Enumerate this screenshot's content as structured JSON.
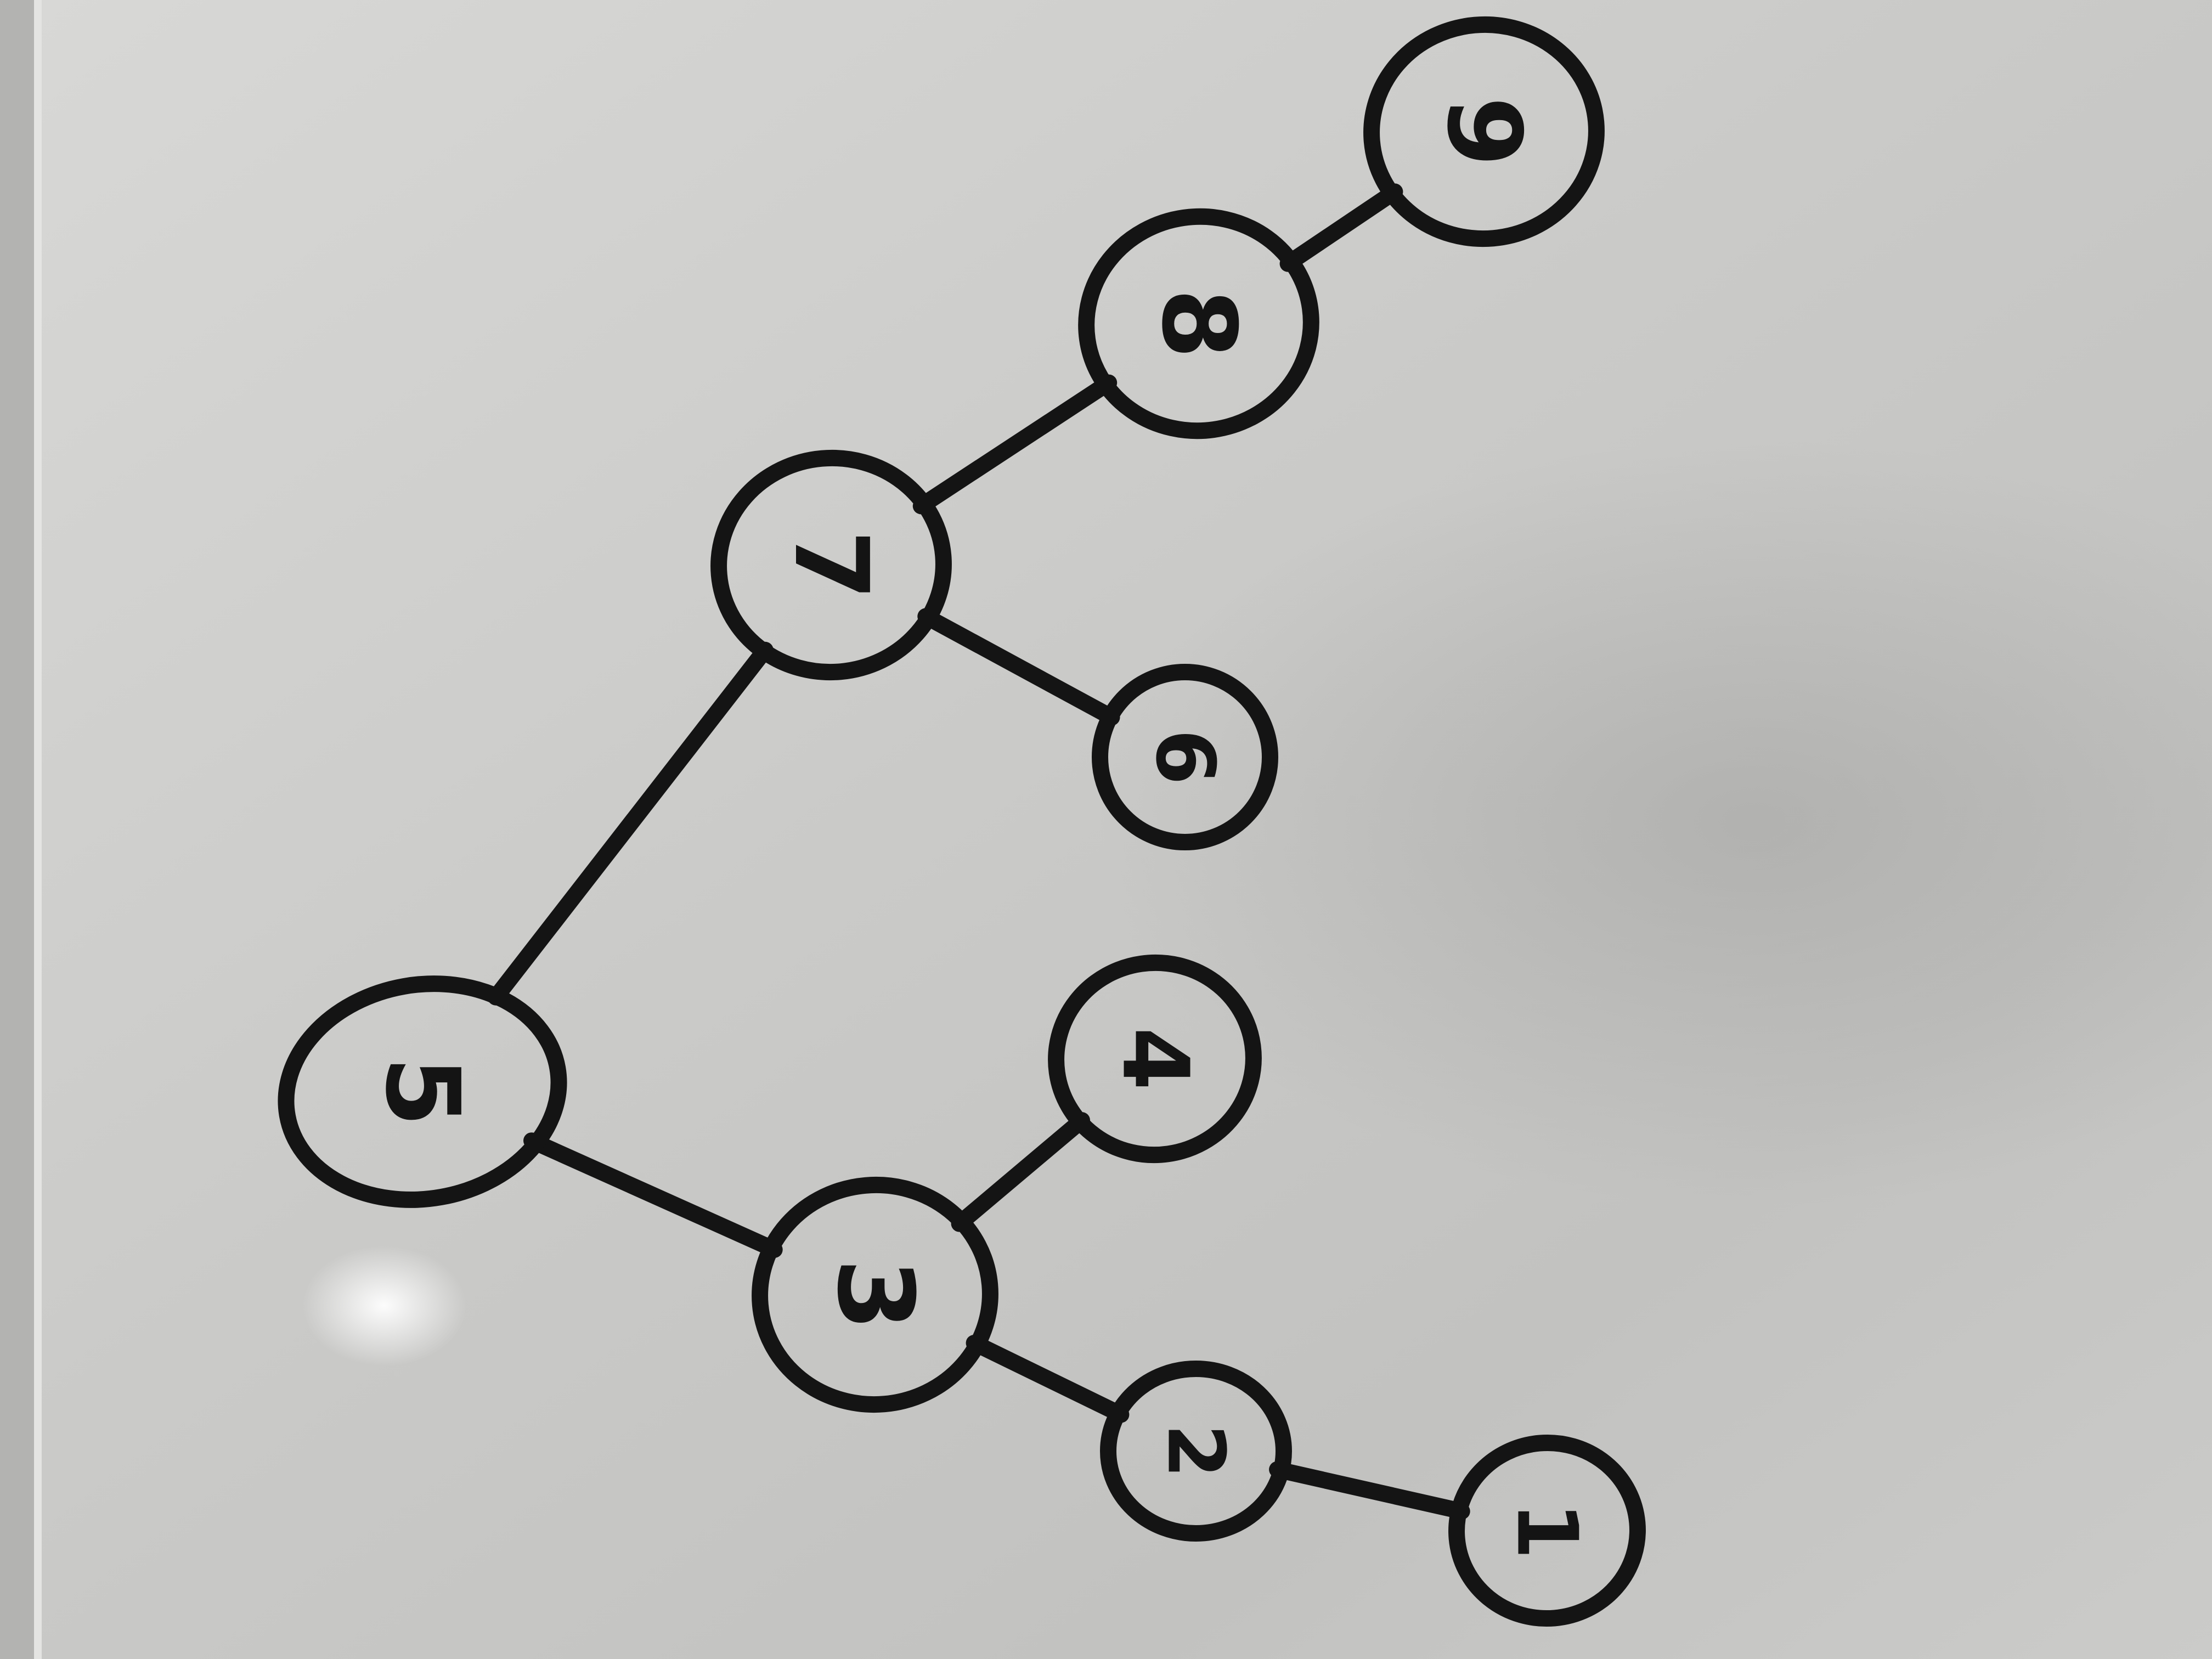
{
  "diagram": {
    "type": "binary-tree",
    "orientation": "rotated-90-clockwise",
    "nodes": [
      {
        "id": "n5",
        "label": "5"
      },
      {
        "id": "n7",
        "label": "7"
      },
      {
        "id": "n8",
        "label": "8"
      },
      {
        "id": "n9",
        "label": "9"
      },
      {
        "id": "n6",
        "label": "6"
      },
      {
        "id": "n3",
        "label": "3"
      },
      {
        "id": "n4",
        "label": "4"
      },
      {
        "id": "n2",
        "label": "2"
      },
      {
        "id": "n1",
        "label": "1"
      }
    ],
    "edges": [
      {
        "from": "5",
        "to": "7"
      },
      {
        "from": "7",
        "to": "8"
      },
      {
        "from": "8",
        "to": "9"
      },
      {
        "from": "7",
        "to": "6"
      },
      {
        "from": "5",
        "to": "3"
      },
      {
        "from": "3",
        "to": "4"
      },
      {
        "from": "3",
        "to": "2"
      },
      {
        "from": "2",
        "to": "1"
      }
    ]
  },
  "colors": {
    "board": "#cfcfcd",
    "ink": "#141414"
  }
}
